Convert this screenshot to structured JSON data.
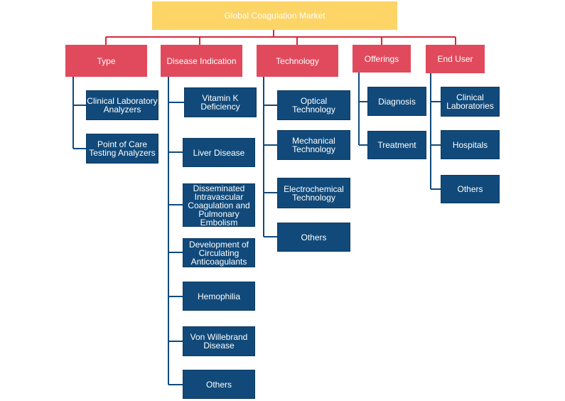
{
  "title": "Global Coagulation Market",
  "colors": {
    "root": "#fdd466",
    "category": "#e04a5c",
    "leaf": "#114a7a",
    "connector_top": "#d9263c",
    "connector_leaf": "#114a7a"
  },
  "categories": [
    {
      "label": "Type",
      "items": [
        "Clinical Laboratory Analyzers",
        "Point of Care Testing Analyzers"
      ]
    },
    {
      "label": "Disease Indication",
      "items": [
        "Vitamin K Deficiency",
        "Liver Disease",
        "Disseminated Intravascular Coagulation and Pulmonary Embolism",
        "Development of Circulating Anticoagulants",
        "Hemophilia",
        "Von Willebrand Disease",
        "Others"
      ]
    },
    {
      "label": "Technology",
      "items": [
        "Optical Technology",
        "Mechanical Technology",
        "Electrochemical Technology",
        "Others"
      ]
    },
    {
      "label": "Offerings",
      "items": [
        "Diagnosis",
        "Treatment"
      ]
    },
    {
      "label": "End  User",
      "items": [
        "Clinical Laboratories",
        "Hospitals",
        "Others"
      ]
    }
  ]
}
